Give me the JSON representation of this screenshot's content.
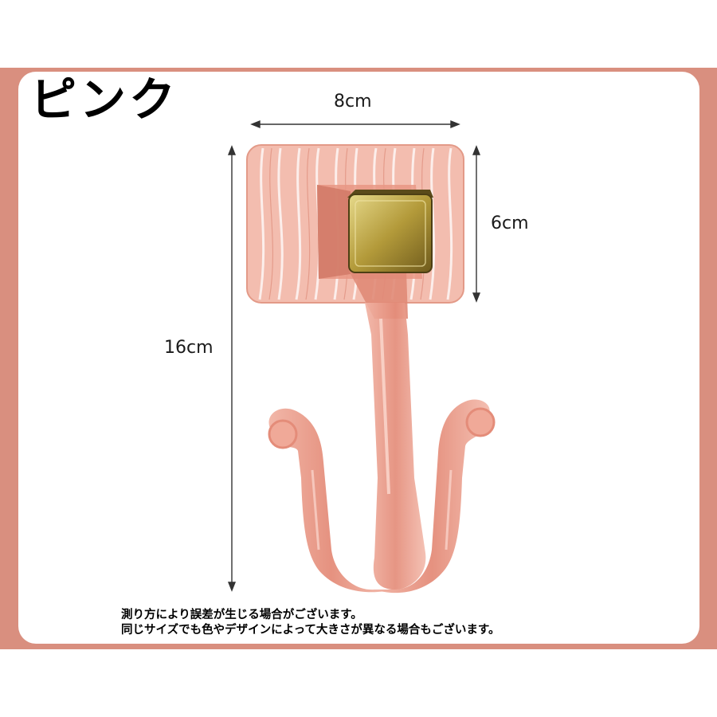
{
  "title": "ピンク",
  "dimensions": {
    "width": "8cm",
    "plate_height": "6cm",
    "total_height": "16cm"
  },
  "notes": [
    "測り方により誤差が生じる場合がございます。",
    "同じサイズでも色やデザインによって大きさが異なる場合もございます。"
  ],
  "colors": {
    "border": "#d98f7f",
    "hook": "#e89a88",
    "metal_block": "#b9a442"
  }
}
